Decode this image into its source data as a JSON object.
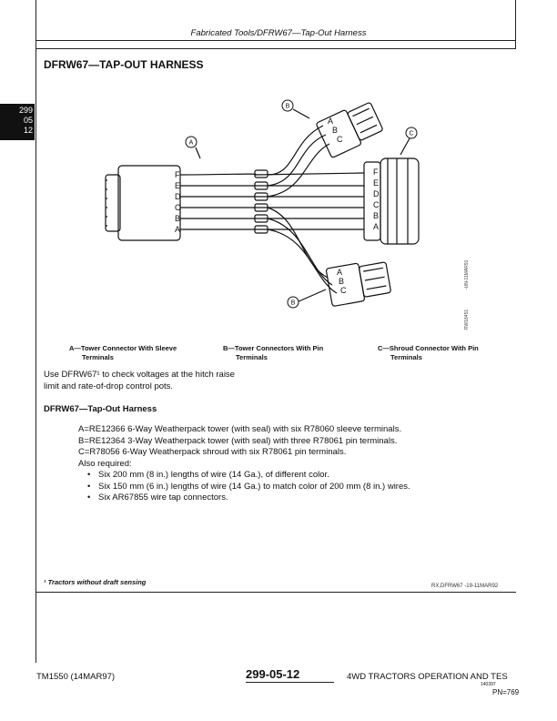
{
  "header": {
    "running_title": "Fabricated Tools/DFRW67—Tap-Out Harness"
  },
  "side_tab": {
    "line1": "299",
    "line2": "05",
    "line3": "12"
  },
  "section_title": "DFRW67—TAP-OUT HARNESS",
  "figure": {
    "callouts": {
      "a": "A",
      "b": "B",
      "c": "C"
    },
    "pin_letters": [
      "F",
      "E",
      "D",
      "C",
      "B",
      "A"
    ],
    "tower_pins": [
      "A",
      "B",
      "C"
    ],
    "vertical_id1": "-UN-11MAR91",
    "vertical_id2": "RW18451"
  },
  "captions": {
    "a_line1": "A—Tower Connector With Sleeve",
    "a_line2": "Terminals",
    "b_line1": "B—Tower Connectors With Pin",
    "b_line2": "Terminals",
    "c_line1": "C—Shroud Connector With Pin",
    "c_line2": "Terminals"
  },
  "intro": {
    "line1": "Use DFRW67¹ to check voltages at the hitch raise",
    "line2": "limit and rate-of-drop control pots."
  },
  "subheading": "DFRW67—Tap-Out Harness",
  "parts": {
    "l1": "A=RE12366 6-Way Weatherpack tower (with seal) with six R78060 sleeve terminals.",
    "l2": "B=RE12364 3-Way Weatherpack tower (with seal) with three R78061 pin terminals.",
    "l3": "C=R78056 6-Way Weatherpack shroud with six R78061 pin terminals.",
    "l4": "Also required:",
    "bullets": [
      "Six 200 mm (8 in.) lengths of wire (14 Ga.), of different color.",
      "Six 150 mm (6 in.) lengths of wire (14 Ga.) to match color of 200 mm (8 in.) wires.",
      "Six AR67855 wire tap connectors."
    ]
  },
  "footnote": "¹ Tractors without draft sensing",
  "ref_code": "RX,DFRW67     -19-11MAR92",
  "footer": {
    "manual": "TM1550 (14MAR97)",
    "page": "299-05-12",
    "title": "4WD TRACTORS OPERATION AND TES",
    "small": "140397",
    "pn": "PN=769"
  }
}
